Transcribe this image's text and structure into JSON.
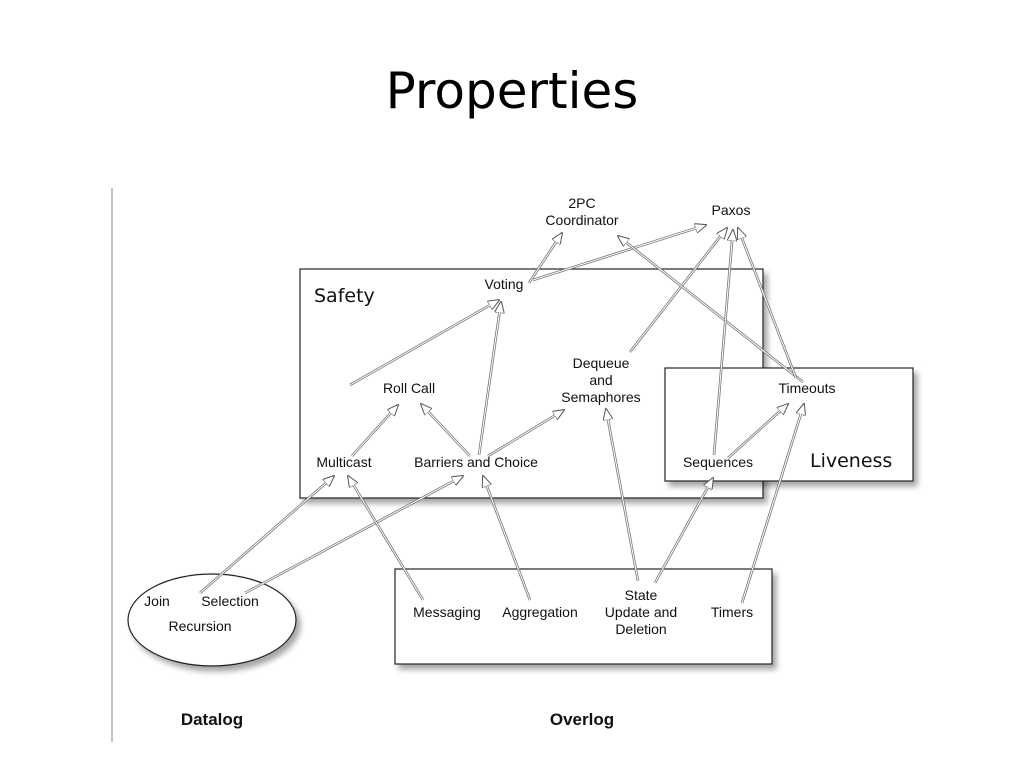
{
  "title": "Properties",
  "groups": {
    "safety": "Safety",
    "liveness": "Liveness",
    "datalog": "Datalog",
    "overlog": "Overlog"
  },
  "nodes": {
    "two_pc": [
      "2PC",
      "Coordinator"
    ],
    "paxos": [
      "Paxos"
    ],
    "voting": [
      "Voting"
    ],
    "roll_call": [
      "Roll Call"
    ],
    "dequeue": [
      "Dequeue",
      "and",
      "Semaphores"
    ],
    "timeouts": [
      "Timeouts"
    ],
    "multicast": [
      "Multicast"
    ],
    "barriers": [
      "Barriers and Choice"
    ],
    "sequences": [
      "Sequences"
    ],
    "join": [
      "Join"
    ],
    "selection": [
      "Selection"
    ],
    "recursion": [
      "Recursion"
    ],
    "messaging": [
      "Messaging"
    ],
    "aggregation": [
      "Aggregation"
    ],
    "state_update": [
      "State",
      "Update and",
      "Deletion"
    ],
    "timers": [
      "Timers"
    ]
  }
}
